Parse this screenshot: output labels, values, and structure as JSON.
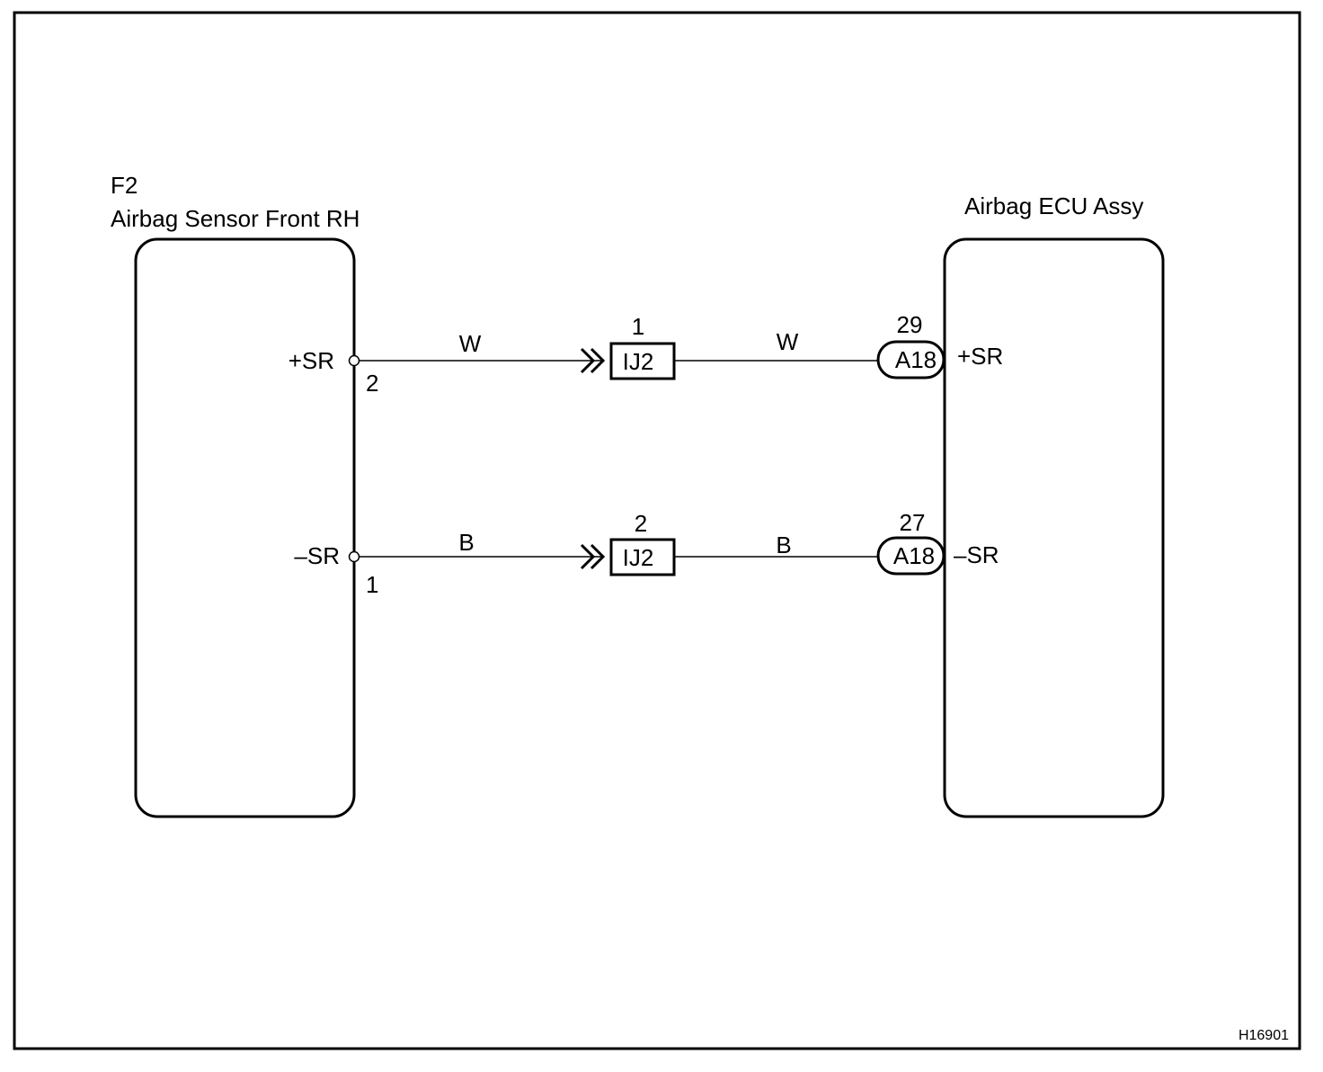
{
  "drawing_id": "H16901",
  "left_component": {
    "code": "F2",
    "name": "Airbag Sensor Front RH"
  },
  "right_component": {
    "name": "Airbag ECU Assy"
  },
  "circuits": [
    {
      "left_terminal_name": "+SR",
      "left_pin": "2",
      "wire_color_left": "W",
      "junction_pin": "1",
      "junction_connector": "IJ2",
      "wire_color_right": "W",
      "ecu_pin": "29",
      "ecu_connector": "A18",
      "ecu_terminal_name": "+SR"
    },
    {
      "left_terminal_name": "–SR",
      "left_pin": "1",
      "wire_color_left": "B",
      "junction_pin": "2",
      "junction_connector": "IJ2",
      "wire_color_right": "B",
      "ecu_pin": "27",
      "ecu_connector": "A18",
      "ecu_terminal_name": "–SR"
    }
  ],
  "colors": {
    "line": "#000000",
    "background": "#ffffff"
  }
}
